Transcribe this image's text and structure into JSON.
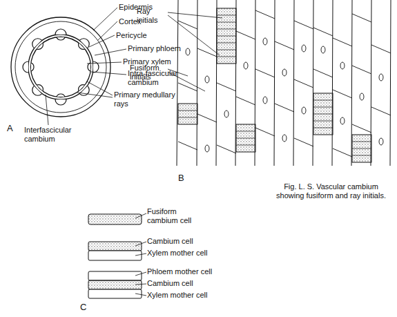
{
  "diagram": {
    "caption": "Fig. L. S. Vascular cambium showing fusiform and ray initials.",
    "labels": [
      "Epidermis",
      "Cortex",
      "Pericycle",
      "Primary phloem",
      "Primary xylem",
      "Intra-fascicular cambium",
      "Primary medullary rays",
      "Interfascicular cambium",
      "A",
      "Ray initials",
      "Fusiform initials",
      "B",
      "Fusiform cambium cell",
      "Cambium cell",
      "Xylem mother cell",
      "Phloem mother cell",
      "Cambium cell",
      "Xylem mother cell",
      "C"
    ]
  }
}
